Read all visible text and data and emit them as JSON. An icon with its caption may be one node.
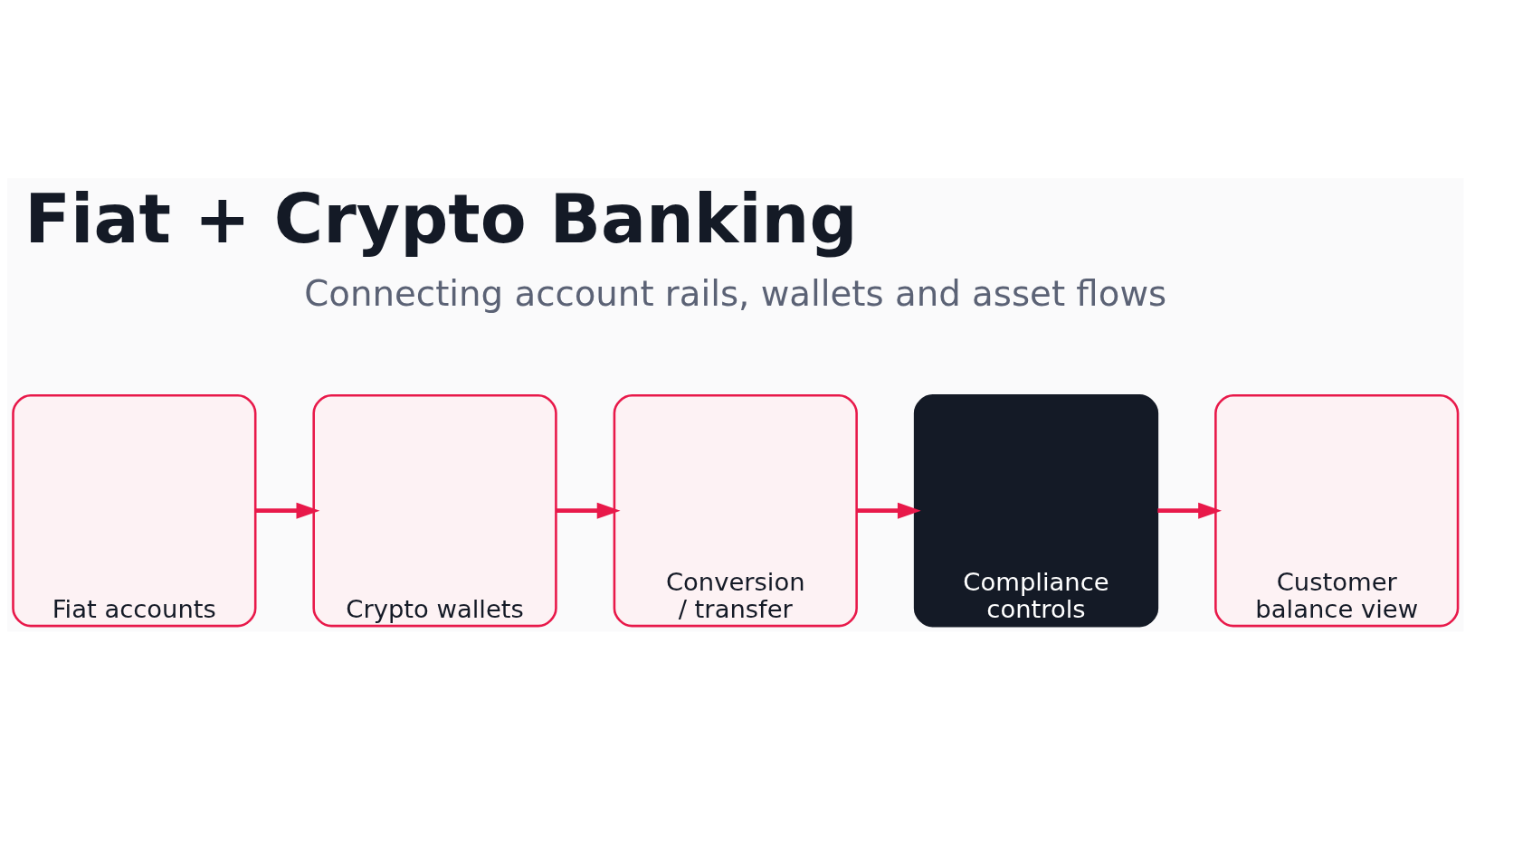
{
  "diagram": {
    "title": "Fiat + Crypto Banking",
    "nodes": [
      {
        "text": [
          "Fiat accounts"
        ]
      },
      {
        "text": [
          "Crypto wallets"
        ]
      },
      {
        "text": [
          "Conversion / transfer"
        ]
      },
      {
        "text": [
          "Compliance controls"
        ]
      },
      {
        "text": [
          "Customer balance view"
        ]
      }
    ],
    "edges": [
      {
        "from": 0,
        "to": 1,
        "arrow": "to"
      },
      {
        "from": 1,
        "to": 2,
        "arrow": "to"
      },
      {
        "from": 2,
        "to": 3,
        "arrow": "to"
      },
      {
        "from": 3,
        "to": 4,
        "arrow": "to"
      }
    ],
    "labels": [
      "Connecting account rails, wallets and asset flows"
    ]
  }
}
